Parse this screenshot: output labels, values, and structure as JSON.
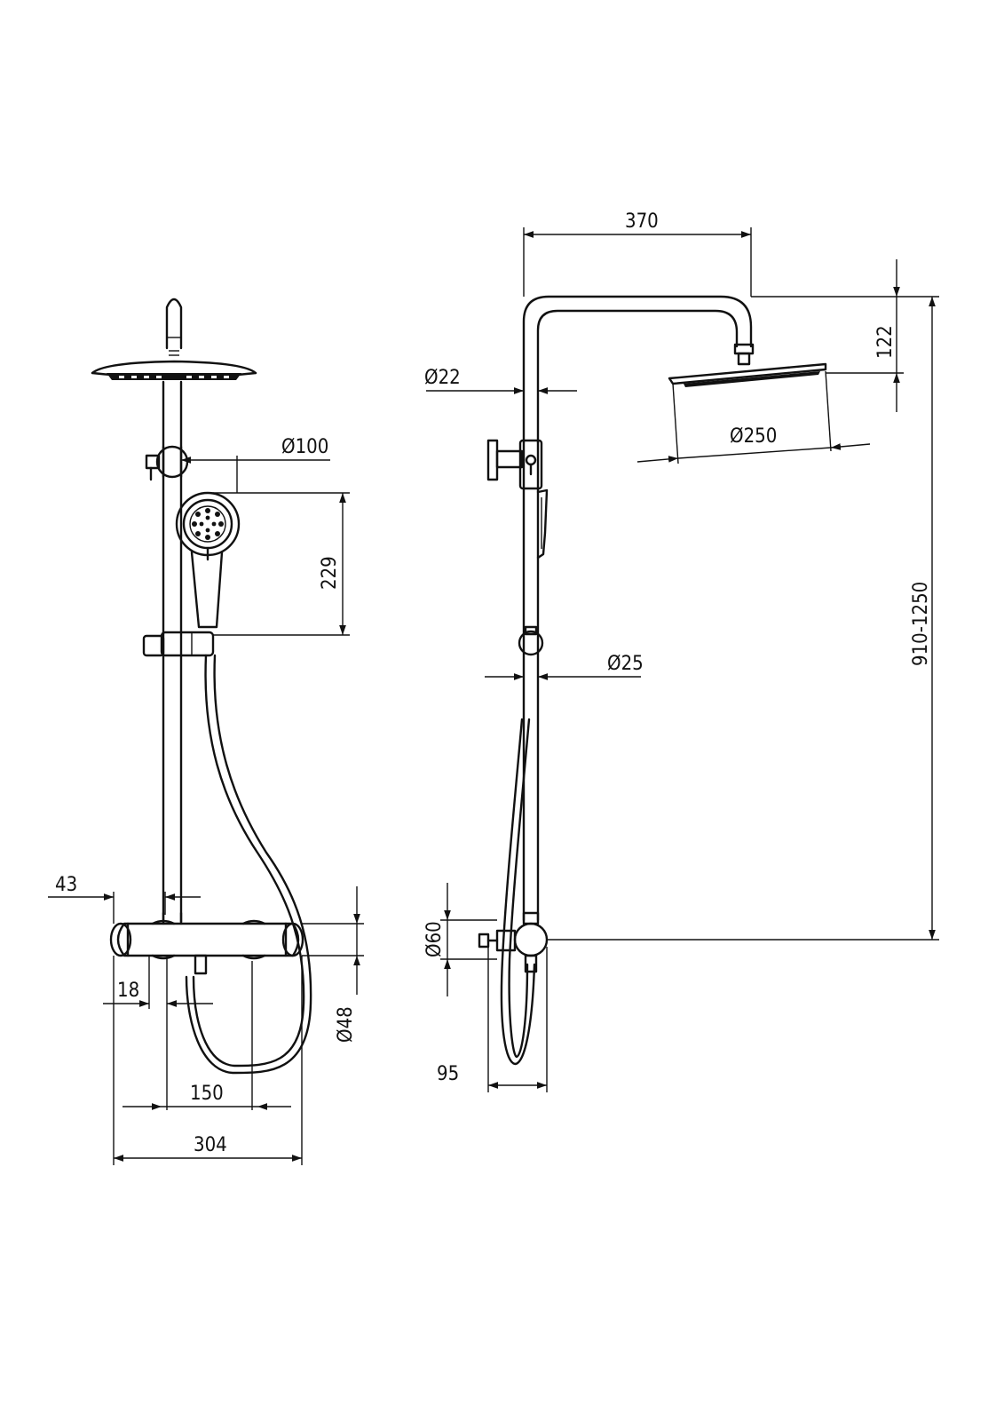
{
  "front_view": {
    "dim_showerhead_diameter": "Ø100",
    "dim_handshower_height": "229",
    "dim_wall_offset": "43",
    "dim_inlet_offset": "18",
    "dim_inlet_spacing": "150",
    "dim_total_width": "304",
    "dim_body_diameter": "Ø48"
  },
  "side_view": {
    "dim_arm_reach": "370",
    "dim_head_drop": "122",
    "dim_pipe_upper": "Ø22",
    "dim_showerhead_diameter": "Ø250",
    "dim_pipe_lower": "Ø25",
    "dim_height_range": "910-1250",
    "dim_knob_diameter": "Ø60",
    "dim_projection": "95"
  }
}
